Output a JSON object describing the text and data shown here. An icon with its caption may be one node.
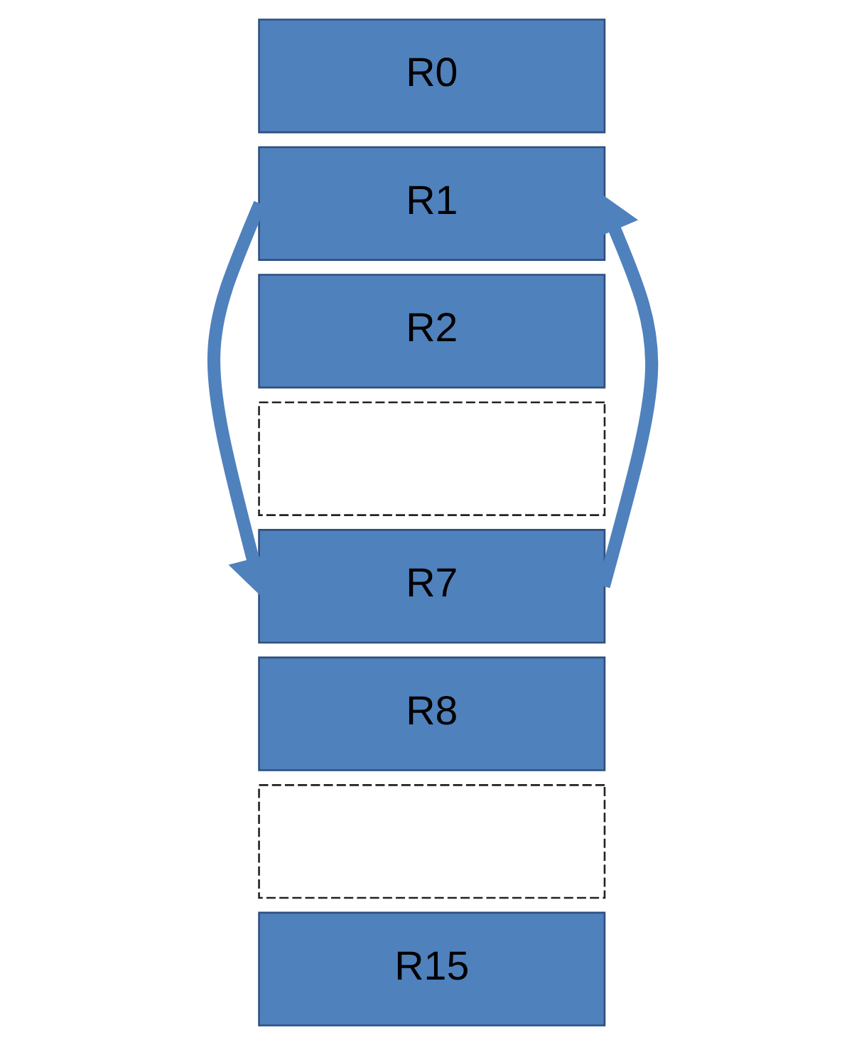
{
  "diagram": {
    "nodes": [
      {
        "text": [
          "R0"
        ]
      },
      {
        "text": [
          "R1"
        ]
      },
      {
        "text": [
          "R2"
        ]
      },
      {
        "text": [],
        "shape": "box"
      },
      {
        "text": [
          "R7"
        ]
      },
      {
        "text": [
          "R8"
        ]
      },
      {
        "text": [],
        "shape": "box"
      },
      {
        "text": [
          "R15"
        ]
      }
    ],
    "edges": [
      {
        "from": 1,
        "to": 4,
        "arrow": "to"
      },
      {
        "from": 4,
        "to": 1,
        "arrow": "to"
      }
    ]
  }
}
